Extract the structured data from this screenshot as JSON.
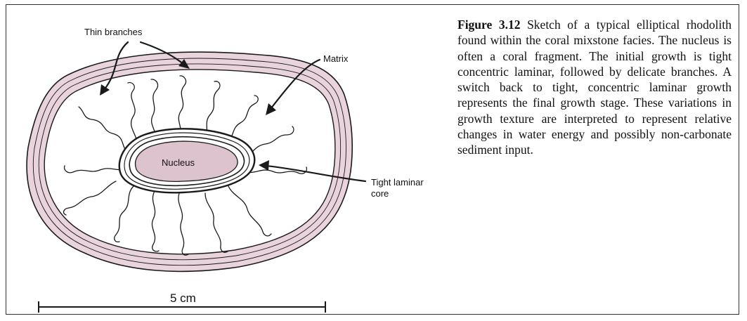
{
  "figure": {
    "labels": {
      "thin_branches": "Thin branches",
      "matrix": "Matrix",
      "nucleus": "Nucleus",
      "tight_laminar_line1": "Tight laminar",
      "tight_laminar_line2": "core"
    },
    "scale_bar_label": "5 cm",
    "colors": {
      "laminae_fill": "#e9d4de",
      "nucleus_fill": "#dcc3cd",
      "line": "#1a1a1a"
    }
  },
  "caption": {
    "number": "Figure 3.12",
    "text": "Sketch of a typical elliptical rhodolith found within the coral mixstone facies. The nucleus is often a coral fragment. The initial growth is tight concentric laminar, followed by delicate branches. A switch back to tight, concentric laminar growth represents the final growth stage. These variations in growth texture are interpreted to represent relative changes in water energy and possibly non-carbonate sediment input."
  }
}
